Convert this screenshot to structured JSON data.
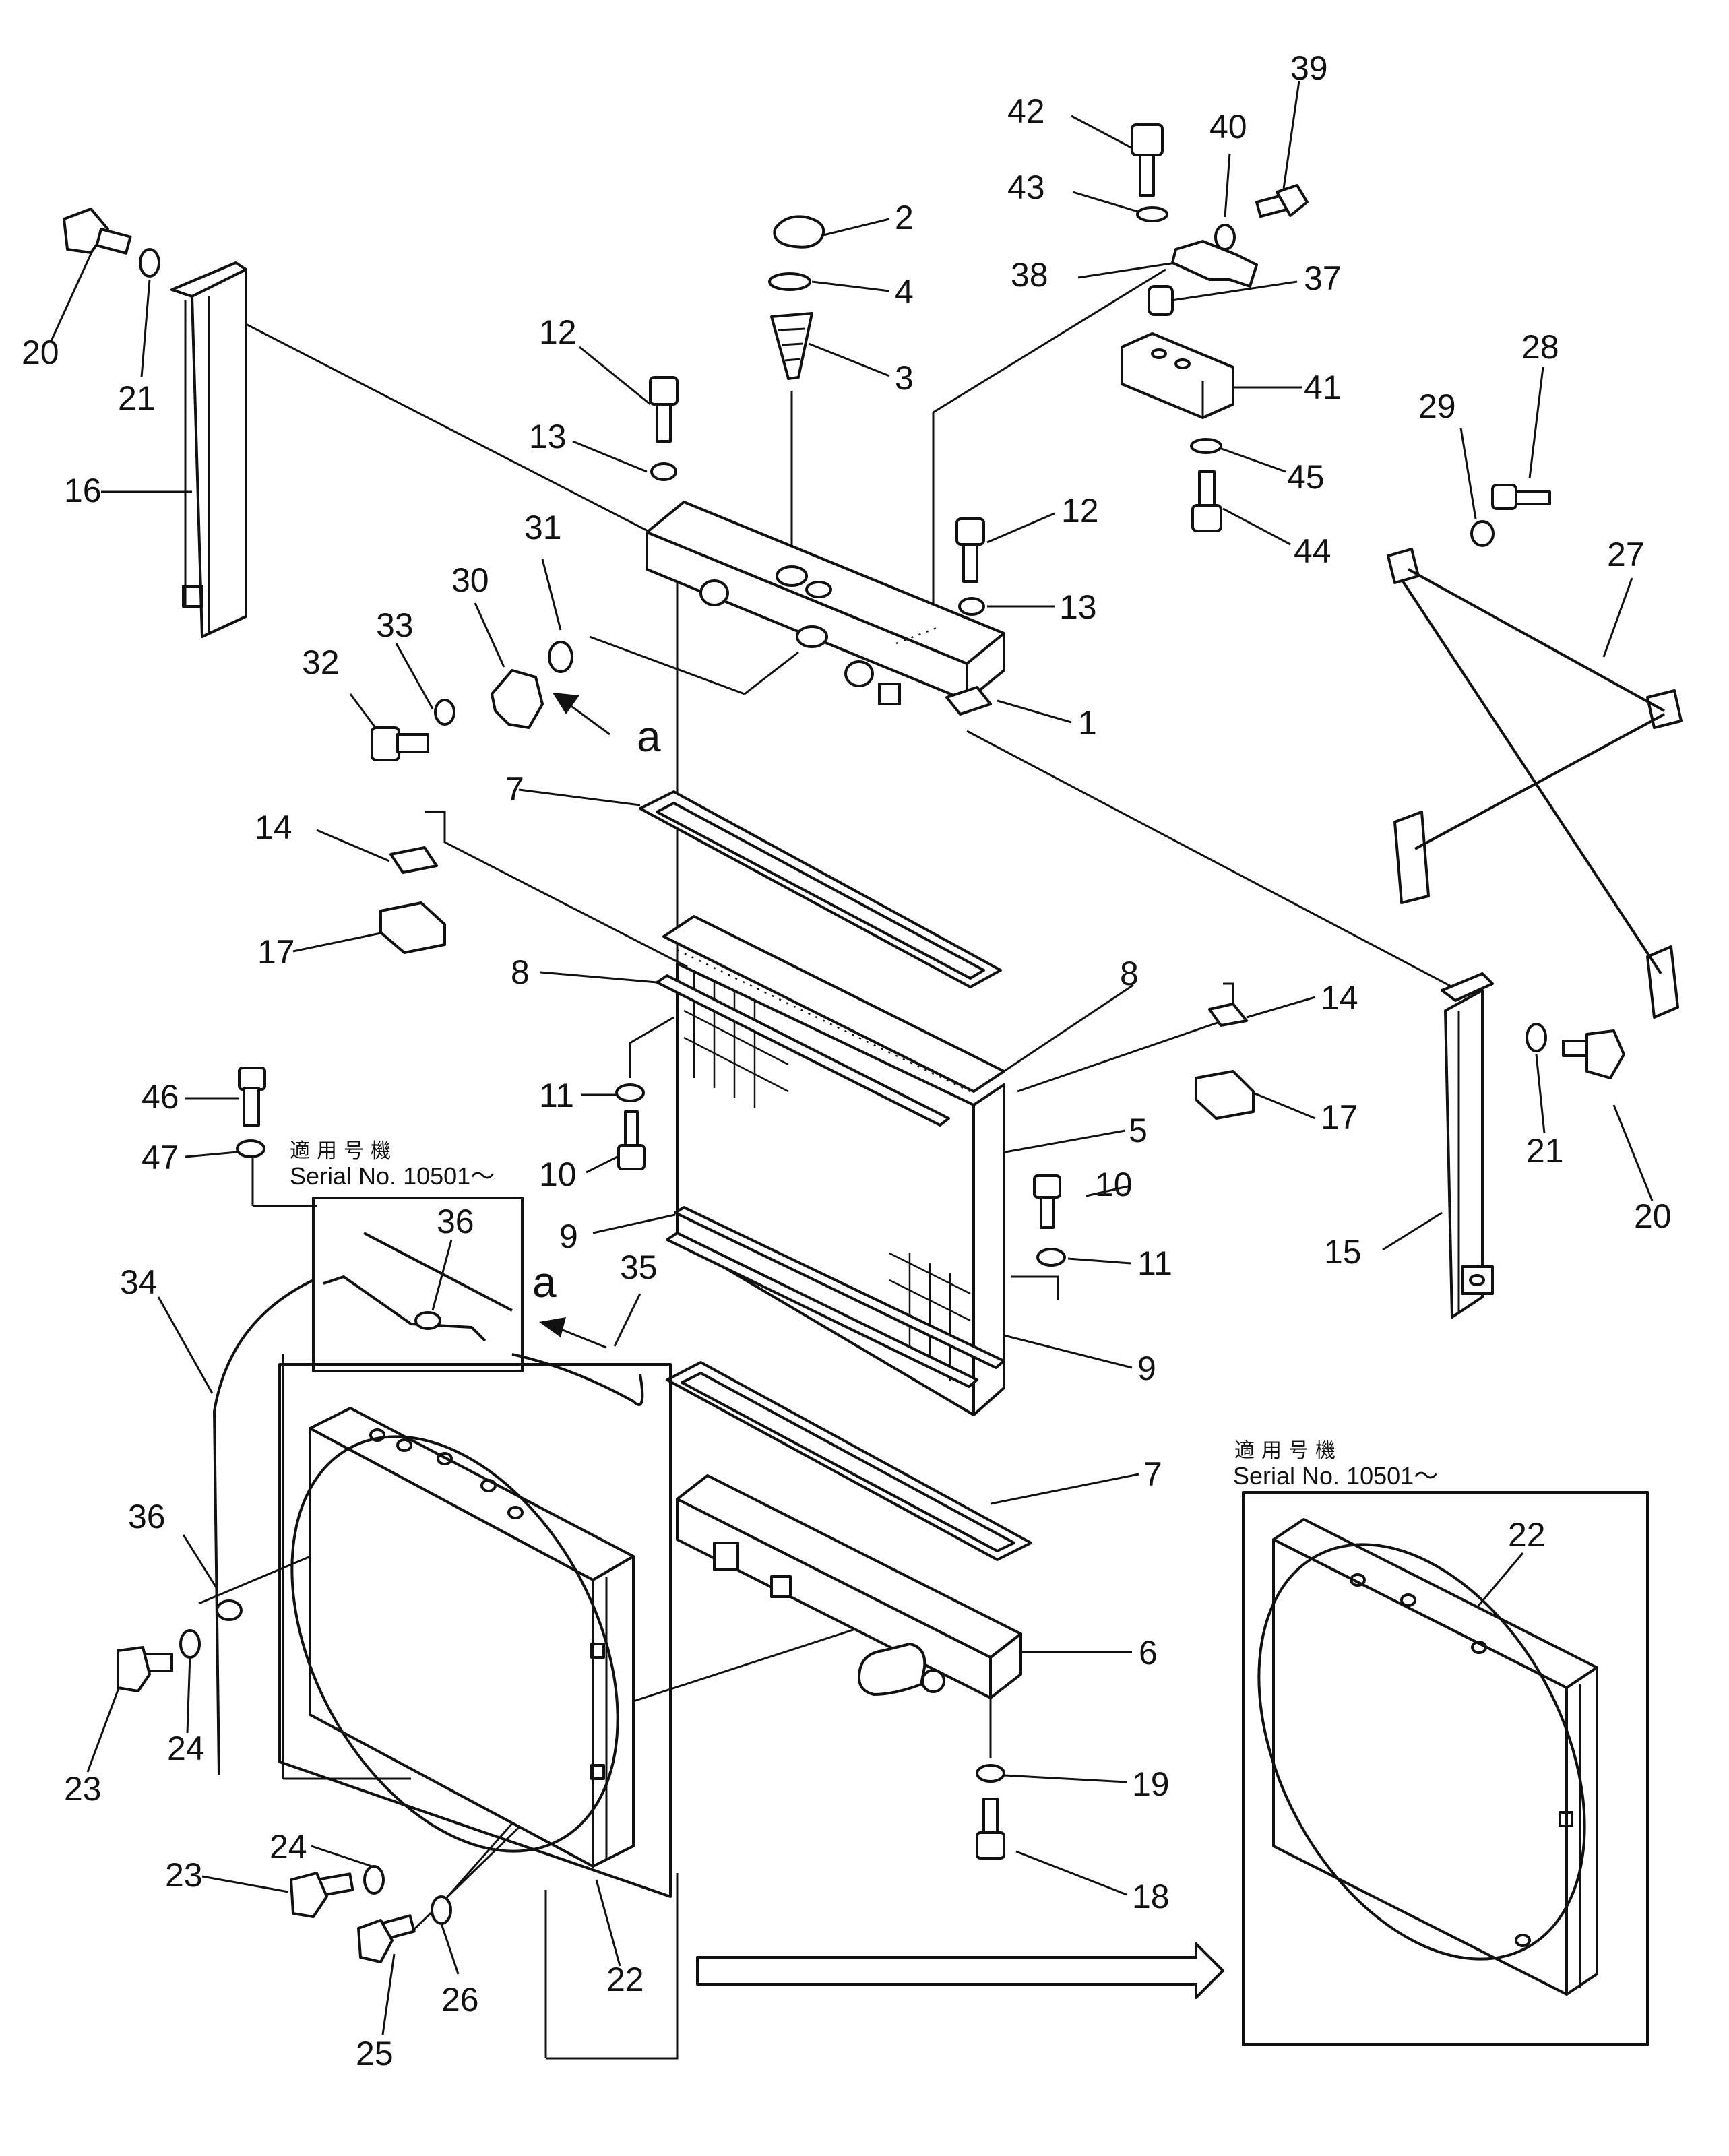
{
  "callouts": [
    {
      "id": "c1",
      "label": "1"
    },
    {
      "id": "c2",
      "label": "2"
    },
    {
      "id": "c3",
      "label": "3"
    },
    {
      "id": "c4",
      "label": "4"
    },
    {
      "id": "c5",
      "label": "5"
    },
    {
      "id": "c6",
      "label": "6"
    },
    {
      "id": "c7a",
      "label": "7"
    },
    {
      "id": "c7b",
      "label": "7"
    },
    {
      "id": "c8a",
      "label": "8"
    },
    {
      "id": "c8b",
      "label": "8"
    },
    {
      "id": "c9a",
      "label": "9"
    },
    {
      "id": "c9b",
      "label": "9"
    },
    {
      "id": "c10a",
      "label": "10"
    },
    {
      "id": "c10b",
      "label": "10"
    },
    {
      "id": "c11a",
      "label": "11"
    },
    {
      "id": "c11b",
      "label": "11"
    },
    {
      "id": "c12a",
      "label": "12"
    },
    {
      "id": "c12b",
      "label": "12"
    },
    {
      "id": "c13a",
      "label": "13"
    },
    {
      "id": "c13b",
      "label": "13"
    },
    {
      "id": "c14a",
      "label": "14"
    },
    {
      "id": "c14b",
      "label": "14"
    },
    {
      "id": "c15",
      "label": "15"
    },
    {
      "id": "c16",
      "label": "16"
    },
    {
      "id": "c17a",
      "label": "17"
    },
    {
      "id": "c17b",
      "label": "17"
    },
    {
      "id": "c18",
      "label": "18"
    },
    {
      "id": "c19",
      "label": "19"
    },
    {
      "id": "c20a",
      "label": "20"
    },
    {
      "id": "c20b",
      "label": "20"
    },
    {
      "id": "c21a",
      "label": "21"
    },
    {
      "id": "c21b",
      "label": "21"
    },
    {
      "id": "c22a",
      "label": "22"
    },
    {
      "id": "c22b",
      "label": "22"
    },
    {
      "id": "c23a",
      "label": "23"
    },
    {
      "id": "c23b",
      "label": "23"
    },
    {
      "id": "c24a",
      "label": "24"
    },
    {
      "id": "c24b",
      "label": "24"
    },
    {
      "id": "c25",
      "label": "25"
    },
    {
      "id": "c26",
      "label": "26"
    },
    {
      "id": "c27",
      "label": "27"
    },
    {
      "id": "c28",
      "label": "28"
    },
    {
      "id": "c29",
      "label": "29"
    },
    {
      "id": "c30",
      "label": "30"
    },
    {
      "id": "c31",
      "label": "31"
    },
    {
      "id": "c32",
      "label": "32"
    },
    {
      "id": "c33",
      "label": "33"
    },
    {
      "id": "c34",
      "label": "34"
    },
    {
      "id": "c35",
      "label": "35"
    },
    {
      "id": "c36a",
      "label": "36"
    },
    {
      "id": "c36b",
      "label": "36"
    },
    {
      "id": "c37",
      "label": "37"
    },
    {
      "id": "c38",
      "label": "38"
    },
    {
      "id": "c39",
      "label": "39"
    },
    {
      "id": "c40",
      "label": "40"
    },
    {
      "id": "c41",
      "label": "41"
    },
    {
      "id": "c42",
      "label": "42"
    },
    {
      "id": "c43",
      "label": "43"
    },
    {
      "id": "c44",
      "label": "44"
    },
    {
      "id": "c45",
      "label": "45"
    },
    {
      "id": "c46",
      "label": "46"
    },
    {
      "id": "c47",
      "label": "47"
    }
  ],
  "view_markers": {
    "a_top": "a",
    "a_detail": "a"
  },
  "serial_notes": [
    {
      "jp": "適用号機",
      "serial": "Serial No. 10501～"
    },
    {
      "jp": "適用号機",
      "serial": "Serial No. 10501～"
    }
  ]
}
